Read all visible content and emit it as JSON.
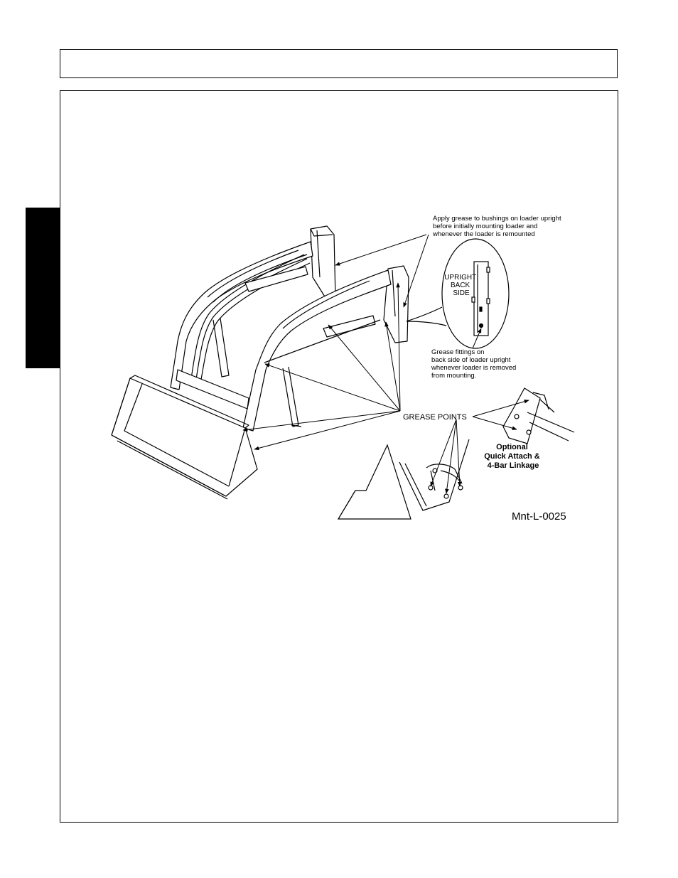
{
  "labels": {
    "bushing_note": [
      "Apply grease to bushings on loader upright",
      "before initially mounting loader and",
      "whenever the loader is remounted"
    ],
    "upright_back_side": [
      "UPRIGHT",
      "BACK",
      "SIDE"
    ],
    "fittings_note": [
      "Grease fittings on",
      "back side of loader upright",
      "whenever loader is removed",
      "from mounting."
    ],
    "grease_points": "GREASE POINTS",
    "optional_note": [
      "Optional",
      "Quick Attach &",
      "4-Bar Linkage"
    ],
    "figure_id": "Mnt-L-0025"
  }
}
